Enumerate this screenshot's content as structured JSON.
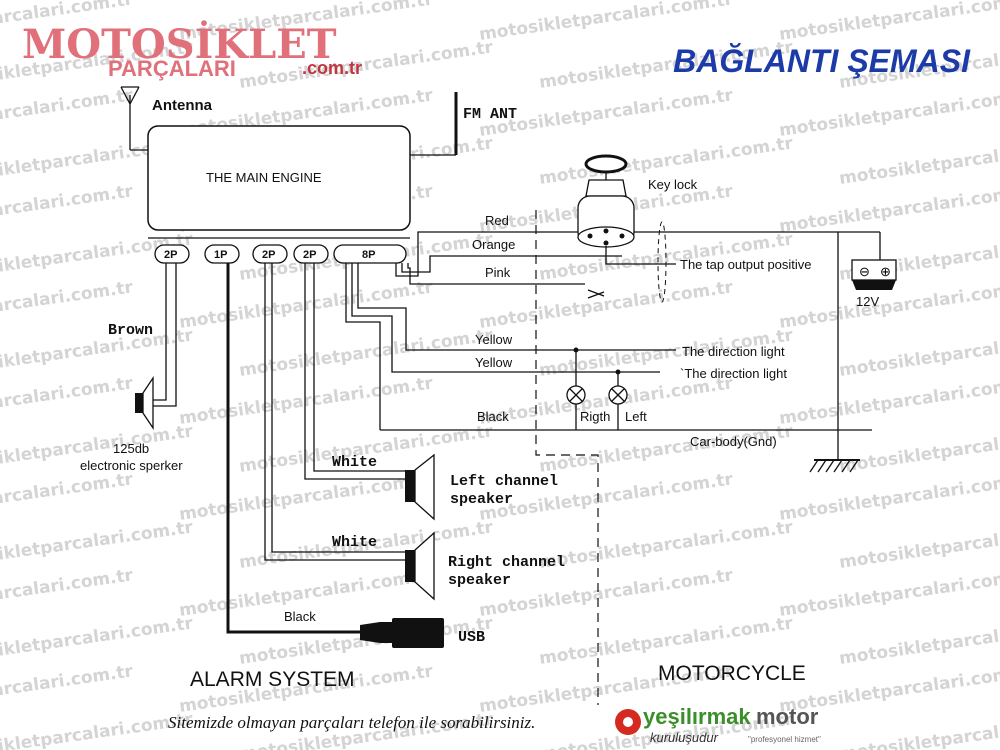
{
  "header": {
    "logo_main": "MOTOSİKLET",
    "logo_sub": "PARÇALARI",
    "logo_domain": ".com.tr",
    "title": "BAĞLANTI ŞEMASI"
  },
  "watermark": "motosikletparcalari.com.tr",
  "engine": {
    "label": "THE MAIN ENGINE",
    "antenna": "Antenna",
    "fm_ant": "FM ANT",
    "connectors": [
      "2P",
      "1P",
      "2P",
      "2P",
      "8P"
    ]
  },
  "labels": {
    "brown": "Brown",
    "speaker_125": "125db",
    "speaker_125_sub": "electronic sperker",
    "white_left": "White",
    "left_channel_1": "Left  channel",
    "left_channel_2": "speaker",
    "white_right": "White",
    "right_channel_1": "Right channel",
    "right_channel_2": "speaker",
    "black_usb": "Black",
    "usb": "USB",
    "alarm_system": "ALARM SYSTEM",
    "motorcycle": "MOTORCYCLE",
    "key_lock": "Key lock",
    "red": "Red",
    "orange": "Orange",
    "pink": "Pink",
    "tap_output": "The tap output positive",
    "battery": "12V",
    "yellow1": "Yellow",
    "yellow2": "Yellow",
    "direction1": "The direction light",
    "direction2": "`The direction light",
    "right": "Rigth",
    "left": "Left",
    "black": "Black",
    "gnd": "Car-body(Gnd)"
  },
  "footer": {
    "note": "Sitemizde olmayan parçaları telefon ile sorabilirsiniz.",
    "brand_a": "yeşilırmak",
    "brand_b": "motor",
    "brand_sub": "kuruluşudur",
    "brand_tag": "\"profesyonel hizmet\""
  },
  "colors": {
    "title": "#1c3aa8",
    "logo": "#e0707a",
    "brand_green": "#3a8f2a",
    "brand_red": "#d42a1f"
  }
}
